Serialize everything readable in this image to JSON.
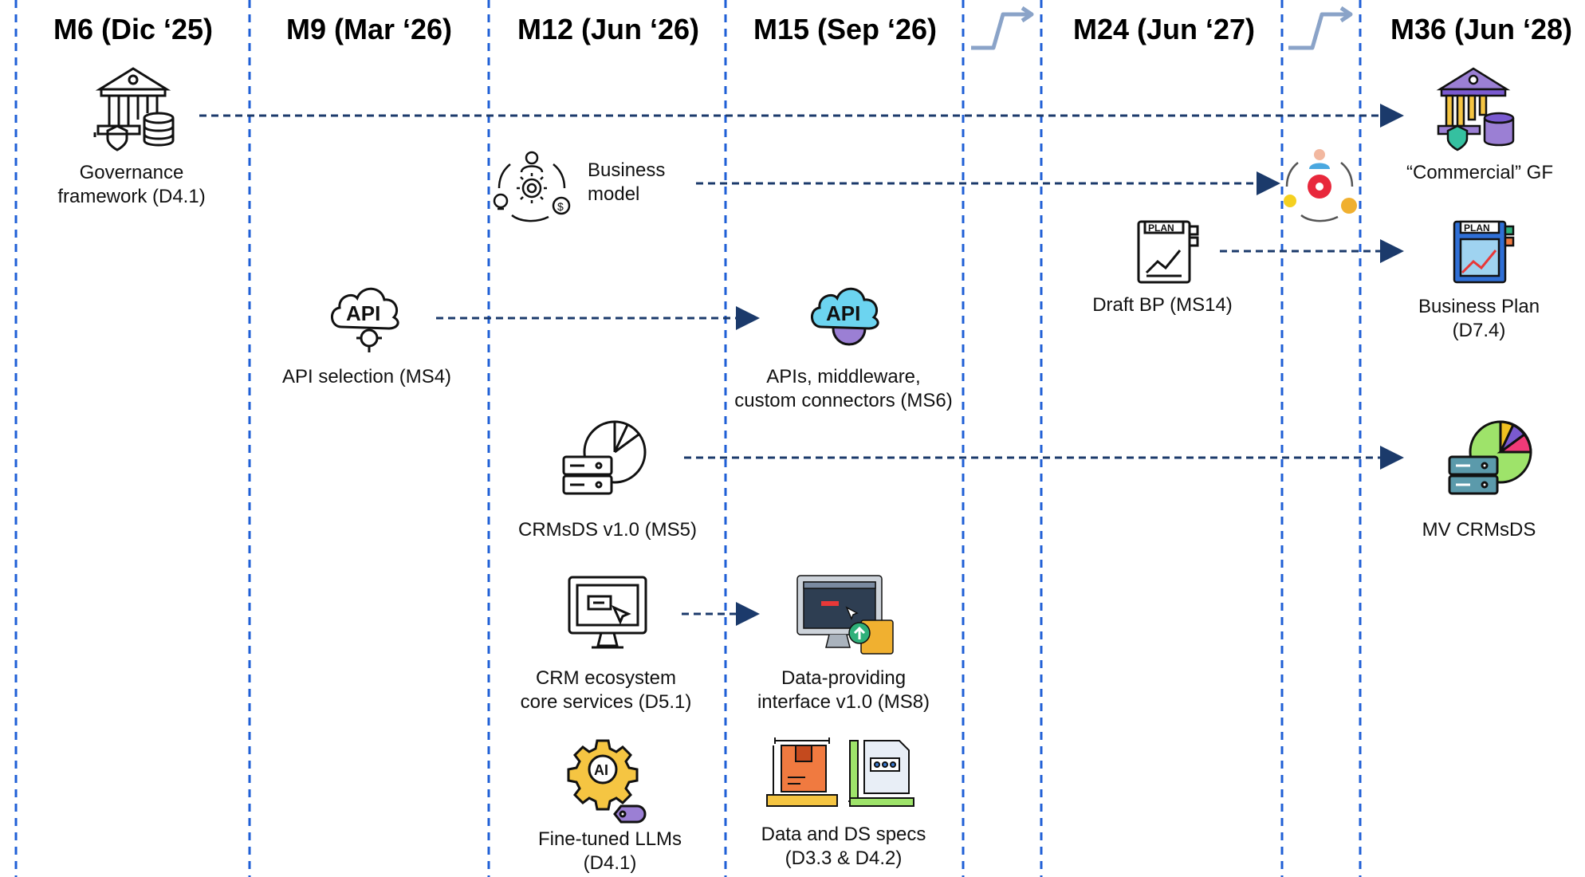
{
  "milestones": [
    {
      "label": "M6 (Dic ‘25)"
    },
    {
      "label": "M9 (Mar ‘26)"
    },
    {
      "label": "M12 (Jun ‘26)"
    },
    {
      "label": "M15 (Sep ‘26)"
    },
    {
      "label": "M24 (Jun ‘27)"
    },
    {
      "label": "M36 (Jun ‘28)"
    }
  ],
  "items": {
    "governance": {
      "line1": "Governance",
      "line2": "framework (D4.1)",
      "icon": "bank-database-icon"
    },
    "business_model": {
      "line1": "Business",
      "line2": "model",
      "icon": "business-cycle-icon"
    },
    "api_selection": {
      "line1": "API selection (MS4)",
      "icon": "api-cloud-icon"
    },
    "apis": {
      "line1": "APIs, middleware,",
      "line2": "custom connectors (MS6)",
      "icon": "api-cloud-color-icon"
    },
    "crmsds": {
      "line1": "CRMsDS v1.0 (MS5)",
      "icon": "server-pie-icon"
    },
    "crm_core": {
      "line1": "CRM ecosystem",
      "line2": "core services (D5.1)",
      "icon": "monitor-icon"
    },
    "data_interface": {
      "line1": "Data-providing",
      "line2": "interface v1.0 (MS8)",
      "icon": "monitor-upload-icon"
    },
    "llms": {
      "line1": "Fine-tuned LLMs",
      "line2": "(D4.1)",
      "icon": "ai-gear-icon"
    },
    "data_specs": {
      "line1": "Data and DS specs",
      "line2": "(D3.3 & D4.2)",
      "icon": "box-measure-icon"
    },
    "draft_bp": {
      "line1": "Draft BP (MS14)",
      "icon": "plan-book-icon"
    },
    "commercial_gf": {
      "line1": "“Commercial” GF",
      "icon": "bank-database-color-icon"
    },
    "business_plan": {
      "line1": "Business Plan",
      "line2": "(D7.4)",
      "icon": "plan-book-color-icon"
    },
    "mv_crmsds": {
      "line1": "MV CRMsDS",
      "icon": "server-pie-color-icon"
    }
  },
  "colors": {
    "divider": "#1f5fd6",
    "arrow": "#1b3a6b",
    "break_marker": "#8aa3c8"
  }
}
